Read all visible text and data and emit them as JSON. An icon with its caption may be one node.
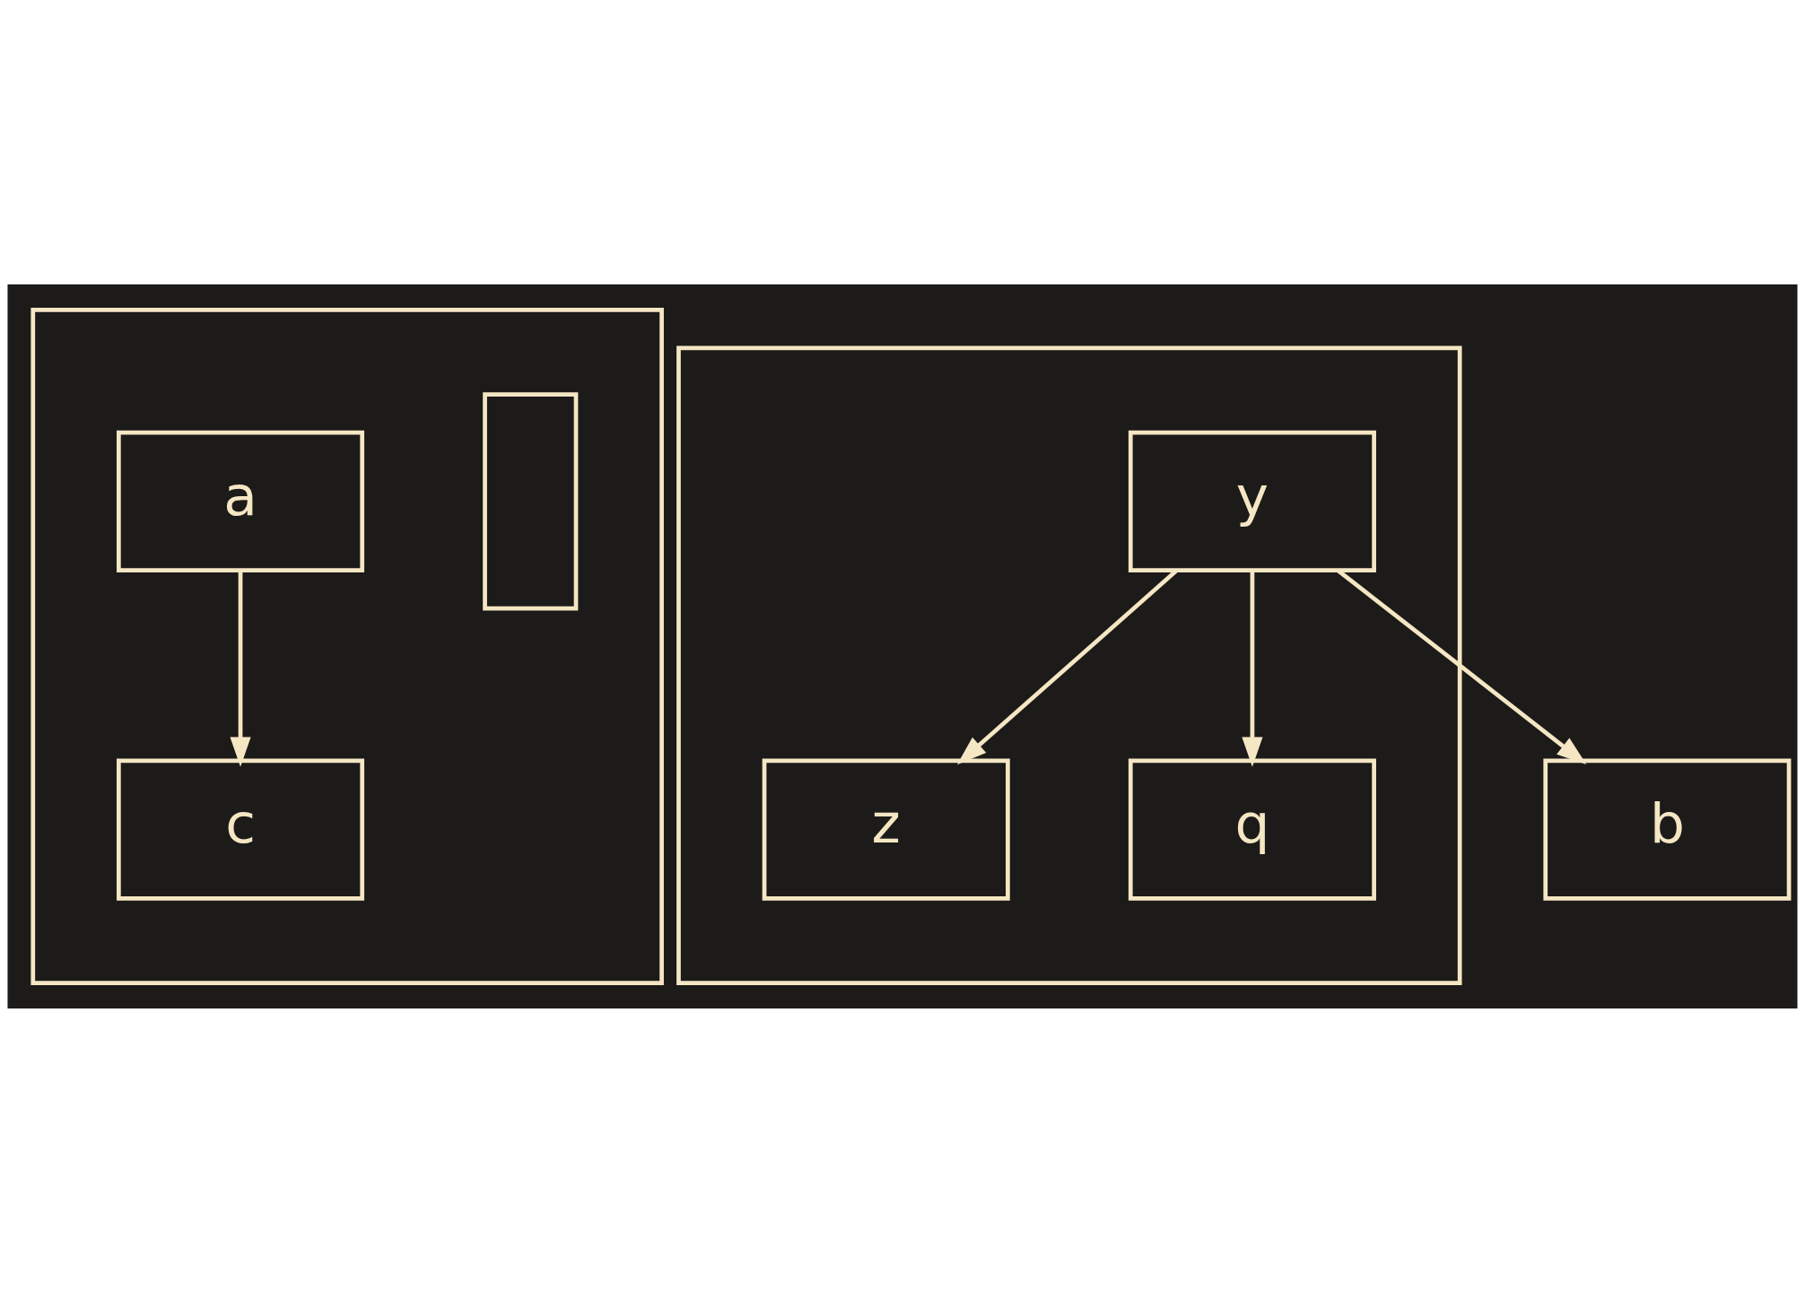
{
  "diagram": {
    "nodes": [
      {
        "text": [],
        "shape": "box"
      },
      {
        "text": [],
        "shape": "box",
        "in": 0
      },
      {
        "text": [
          "a"
        ],
        "in": 0
      },
      {
        "text": [
          "c"
        ],
        "in": 0
      },
      {
        "text": [],
        "shape": "box"
      },
      {
        "text": [
          "y"
        ],
        "in": 4
      },
      {
        "text": [
          "z"
        ],
        "in": 4
      },
      {
        "text": [
          "q"
        ],
        "in": 4
      },
      {
        "text": [
          "b"
        ]
      }
    ],
    "edges": [
      {
        "from": 2,
        "to": 3,
        "arrow": "to"
      },
      {
        "from": 5,
        "to": 6,
        "arrow": "to"
      },
      {
        "from": 5,
        "to": 7,
        "arrow": "to"
      },
      {
        "from": 5,
        "to": 8,
        "arrow": "to"
      }
    ]
  }
}
